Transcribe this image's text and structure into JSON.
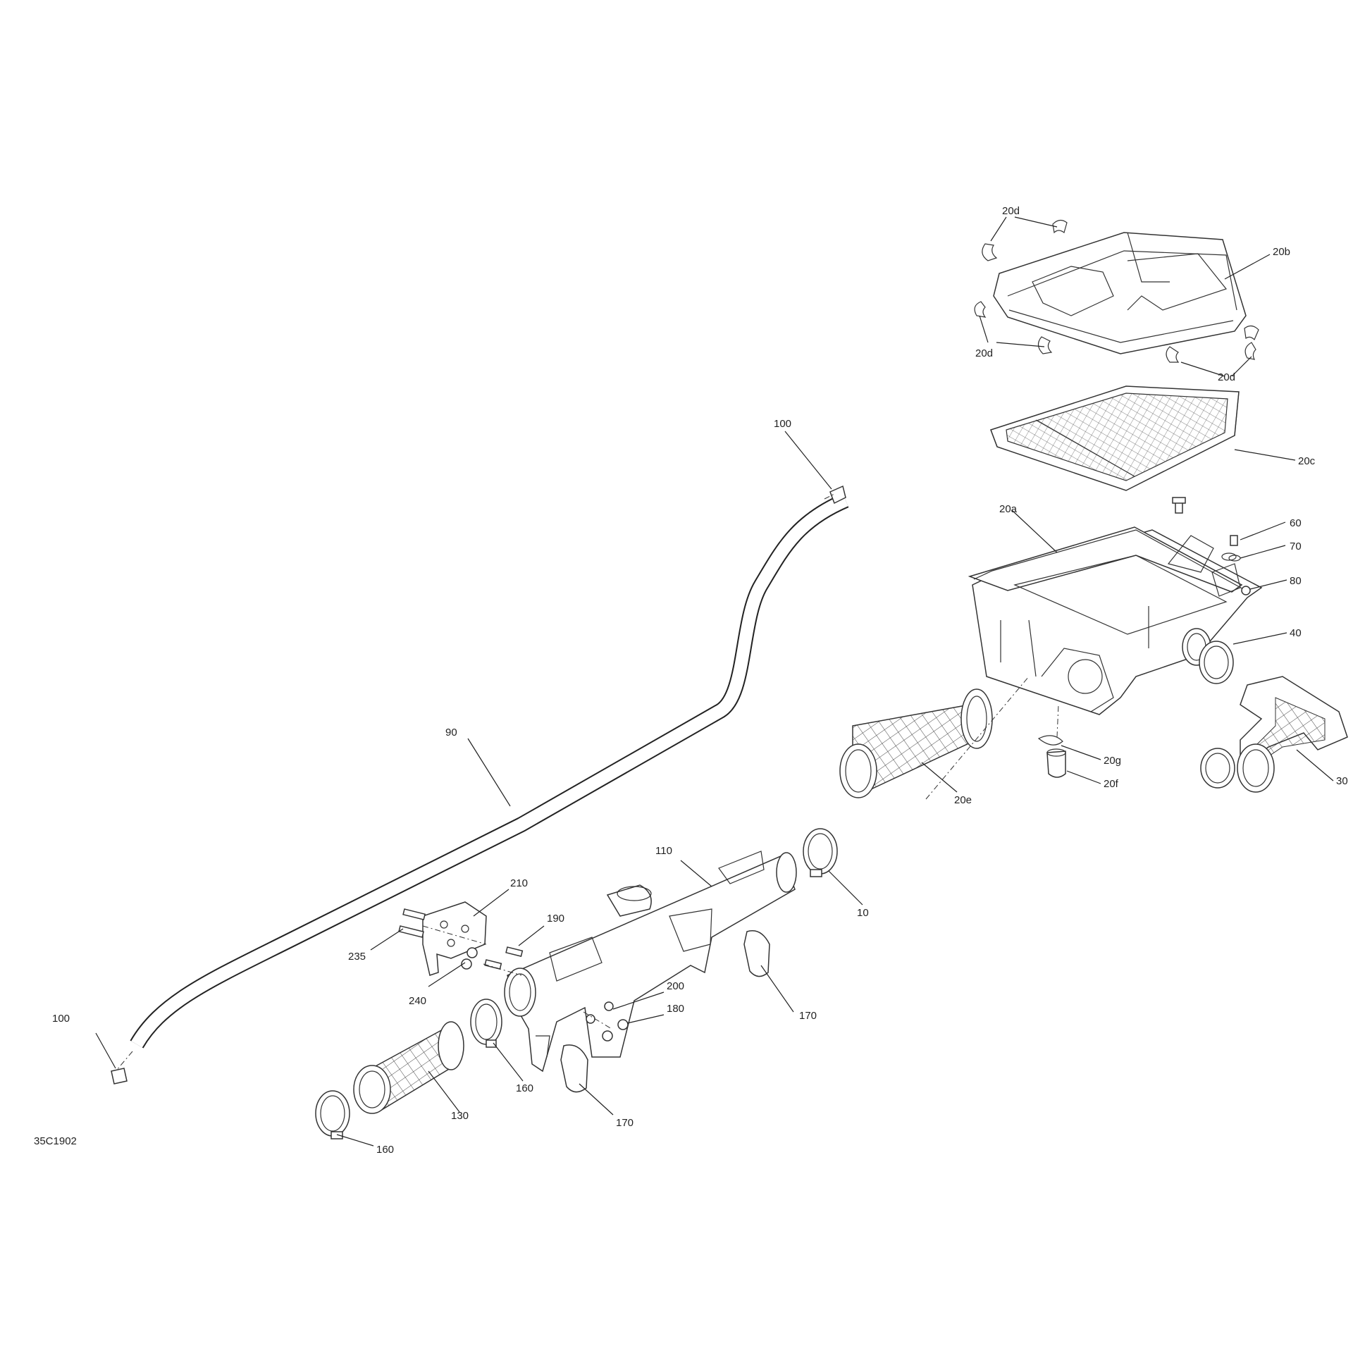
{
  "diagram_code": "35C1902",
  "callouts": {
    "c20b": "20b",
    "c20d_a": "20d",
    "c20d_b": "20d",
    "c20d_c": "20d",
    "c20c": "20c",
    "c20a": "20a",
    "c60": "60",
    "c70": "70",
    "c80": "80",
    "c40": "40",
    "c20g": "20g",
    "c20f": "20f",
    "c30": "30",
    "c20e": "20e",
    "c10": "10",
    "c100_top": "100",
    "c100_bottom": "100",
    "c90": "90",
    "c110": "110",
    "c210": "210",
    "c190": "190",
    "c235": "235",
    "c240": "240",
    "c200": "200",
    "c180": "180",
    "c170_right": "170",
    "c170_bottom": "170",
    "c160_mid": "160",
    "c160_bottom": "160",
    "c130": "130"
  }
}
